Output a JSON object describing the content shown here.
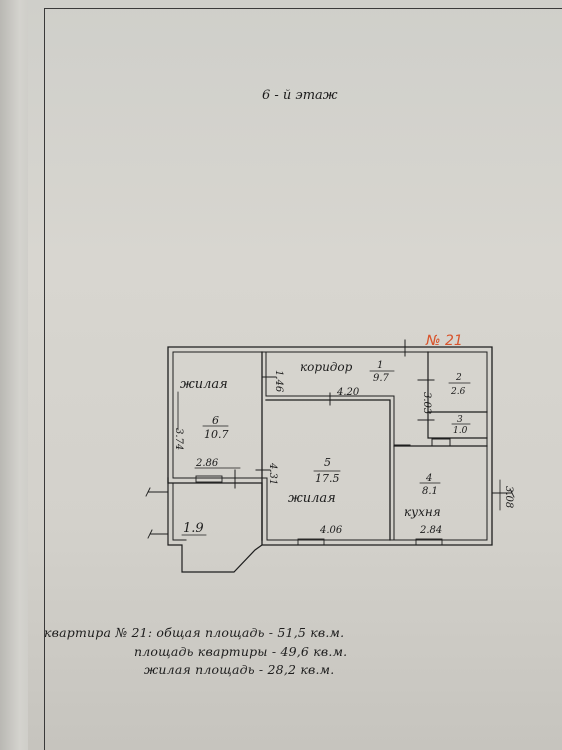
{
  "floor_label": "6 - й этаж",
  "apartment_mark": "№ 21",
  "rooms": [
    {
      "number": "1",
      "area": "9.7",
      "name": "коридор"
    },
    {
      "number": "2",
      "area": "2.6",
      "name": ""
    },
    {
      "number": "3",
      "area": "1.0",
      "name": ""
    },
    {
      "number": "4",
      "area": "8.1",
      "name": "кухня"
    },
    {
      "number": "5",
      "area": "17.5",
      "name": "жилая"
    },
    {
      "number": "6",
      "area": "10.7",
      "name": "жилая"
    },
    {
      "number": "",
      "area": "1.9",
      "name": ""
    }
  ],
  "dimensions": {
    "d_4_20": "4.20",
    "d_3_74": "3.74",
    "d_1_46": "1.46",
    "d_3_03": "3.03",
    "d_2_86": "2.86",
    "d_4_31": "4.31",
    "d_4_06": "4.06",
    "d_2_84": "2.84",
    "d_3_08": "3.08"
  },
  "summary": {
    "line1": "квартира № 21: общая площадь - 51,5 кв.м.",
    "line2": "площадь квартиры - 49,6 кв.м.",
    "line3": "жилая площадь - 28,2 кв.м."
  },
  "colors": {
    "paper": "#d6d4ce",
    "ink": "#1d1d1d",
    "red_mark": "#d8542c"
  }
}
